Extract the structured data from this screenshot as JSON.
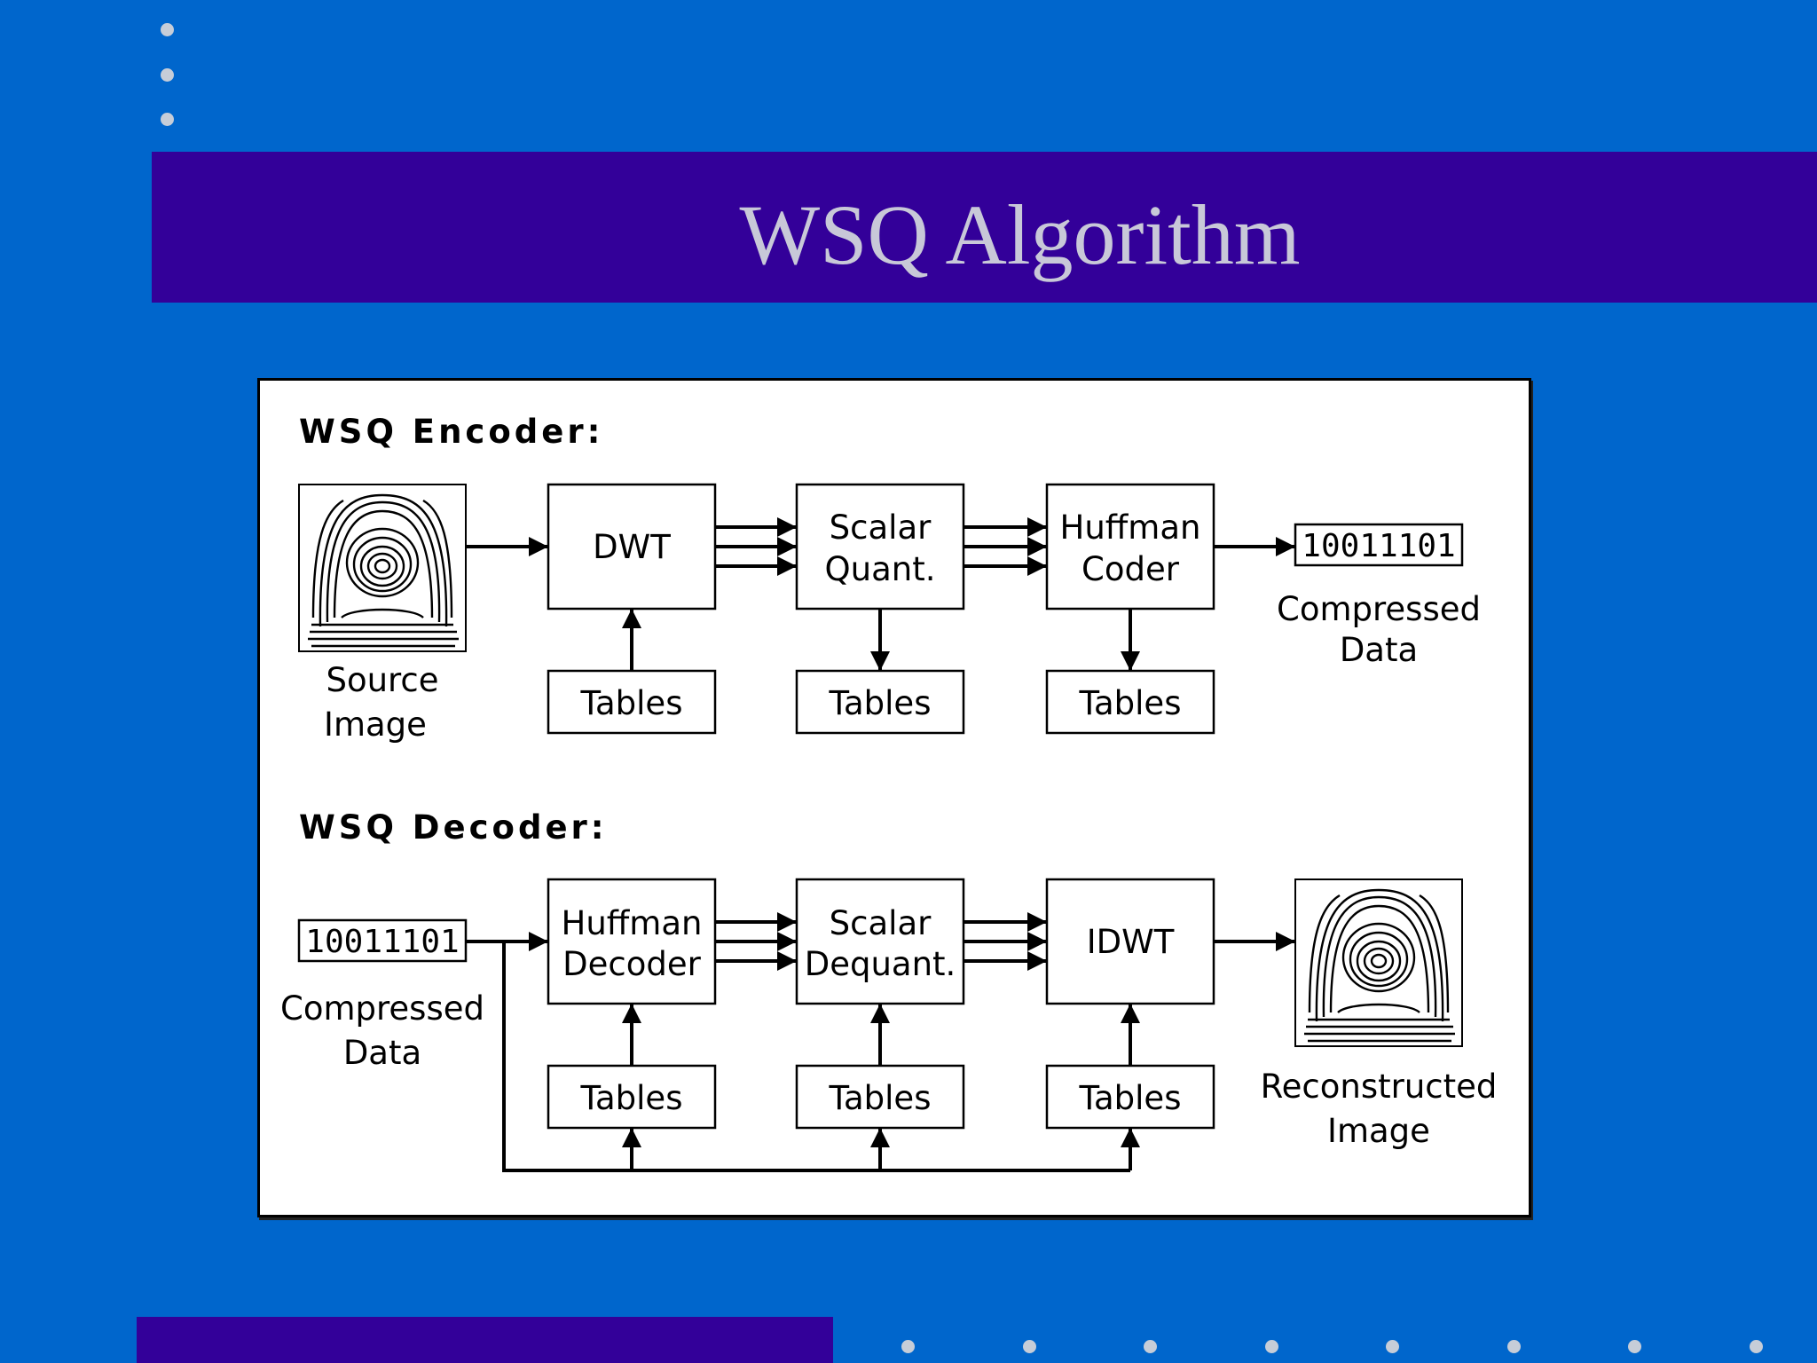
{
  "slide": {
    "title": "WSQ Algorithm"
  },
  "colors": {
    "background": "#0066cc",
    "title_bar": "#330099",
    "title_text": "#c8c8d8",
    "bullet_dots": "#c6cdd8"
  },
  "encoder": {
    "heading": "WSQ Encoder:",
    "source_caption": [
      "Source",
      "Image"
    ],
    "stage1": "DWT",
    "stage2": [
      "Scalar",
      "Quant."
    ],
    "stage3": [
      "Huffman",
      "Coder"
    ],
    "tables": [
      "Tables",
      "Tables",
      "Tables"
    ],
    "output_bits": "10011101",
    "output_caption": [
      "Compressed",
      "Data"
    ]
  },
  "decoder": {
    "heading": "WSQ Decoder:",
    "input_bits": "10011101",
    "input_caption": [
      "Compressed",
      "Data"
    ],
    "stage1": [
      "Huffman",
      "Decoder"
    ],
    "stage2": [
      "Scalar",
      "Dequant."
    ],
    "stage3": "IDWT",
    "tables": [
      "Tables",
      "Tables",
      "Tables"
    ],
    "output_caption": [
      "Reconstructed",
      "Image"
    ]
  },
  "icons": [
    "fingerprint-icon"
  ]
}
